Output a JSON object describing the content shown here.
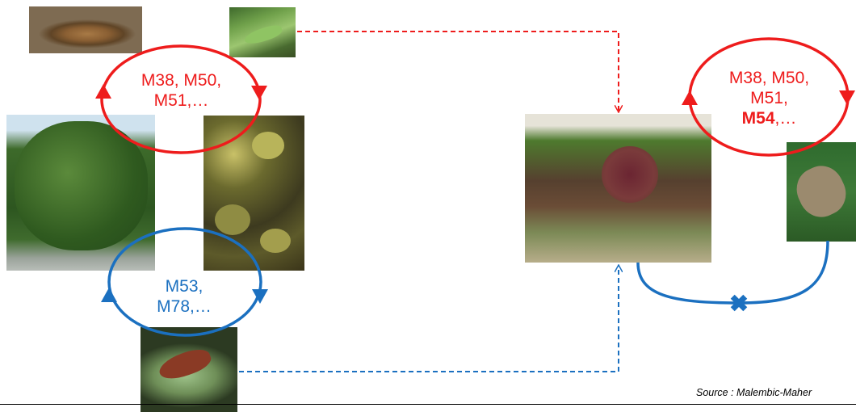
{
  "colors": {
    "red": "#ee1c1c",
    "blue": "#1b70c0"
  },
  "cycles": {
    "wild_red": {
      "line1": "M38, M50,",
      "line2": "M51,…"
    },
    "wild_blue": {
      "line1": "M53,",
      "line2": "M78,…"
    },
    "vine_red": {
      "line1": "M38, M50,",
      "line2": "M51,",
      "line3_bold": "M54",
      "line3_rest": ",…"
    }
  },
  "blocked_marker": "cross-icon",
  "source": "Source : Malembic-Maher"
}
